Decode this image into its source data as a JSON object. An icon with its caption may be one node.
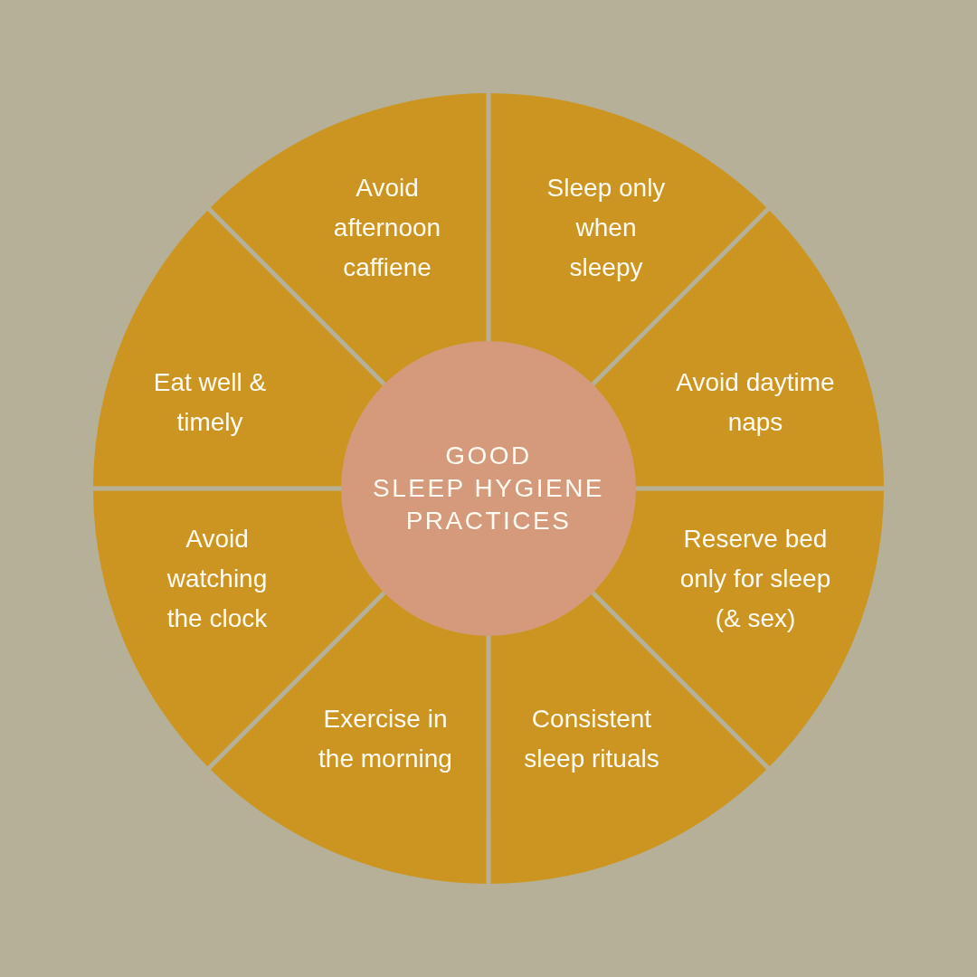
{
  "diagram": {
    "nodes": [
      {
        "text": [
          "GOOD SLEEP HYGIENE PRACTICES"
        ]
      },
      {
        "text": [
          "Avoid afternoon caffiene"
        ]
      },
      {
        "text": [
          "Sleep only when sleepy"
        ]
      },
      {
        "text": [
          "Eat well & timely"
        ]
      },
      {
        "text": [
          "Avoid daytime naps"
        ]
      },
      {
        "text": [
          "Avoid watching the clock"
        ]
      },
      {
        "text": [
          "Reserve bed only for sleep (& sex)"
        ]
      },
      {
        "text": [
          "Exercise in the morning"
        ]
      },
      {
        "text": [
          "Consistent sleep rituals"
        ]
      }
    ]
  }
}
